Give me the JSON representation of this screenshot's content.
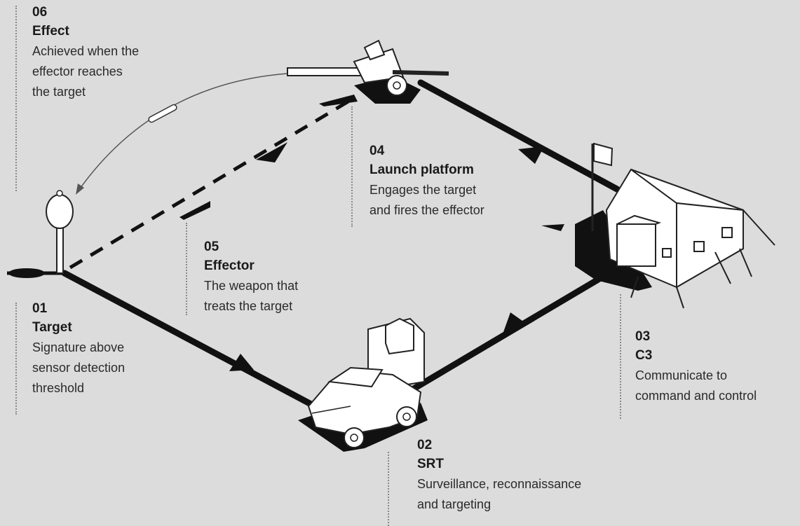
{
  "stages": {
    "s01": {
      "number": "01",
      "title": "Target",
      "description_lines": [
        "Signature above",
        "sensor detection",
        "threshold"
      ]
    },
    "s02": {
      "number": "02",
      "title": "SRT",
      "description_lines": [
        "Surveillance, reconnaissance",
        "and targeting"
      ]
    },
    "s03": {
      "number": "03",
      "title": "C3",
      "description_lines": [
        "Communicate to",
        "command and control"
      ]
    },
    "s04": {
      "number": "04",
      "title": "Launch platform",
      "description_lines": [
        "Engages the target",
        "and fires the effector"
      ]
    },
    "s05": {
      "number": "05",
      "title": "Effector",
      "description_lines": [
        "The weapon that",
        "treats the target"
      ]
    },
    "s06": {
      "number": "06",
      "title": "Effect",
      "description_lines": [
        "Achieved when the",
        "effector reaches",
        "the target"
      ]
    }
  },
  "colors": {
    "background": "#dcdcdc",
    "ink": "#111111",
    "guide": "#8a8a8a"
  }
}
